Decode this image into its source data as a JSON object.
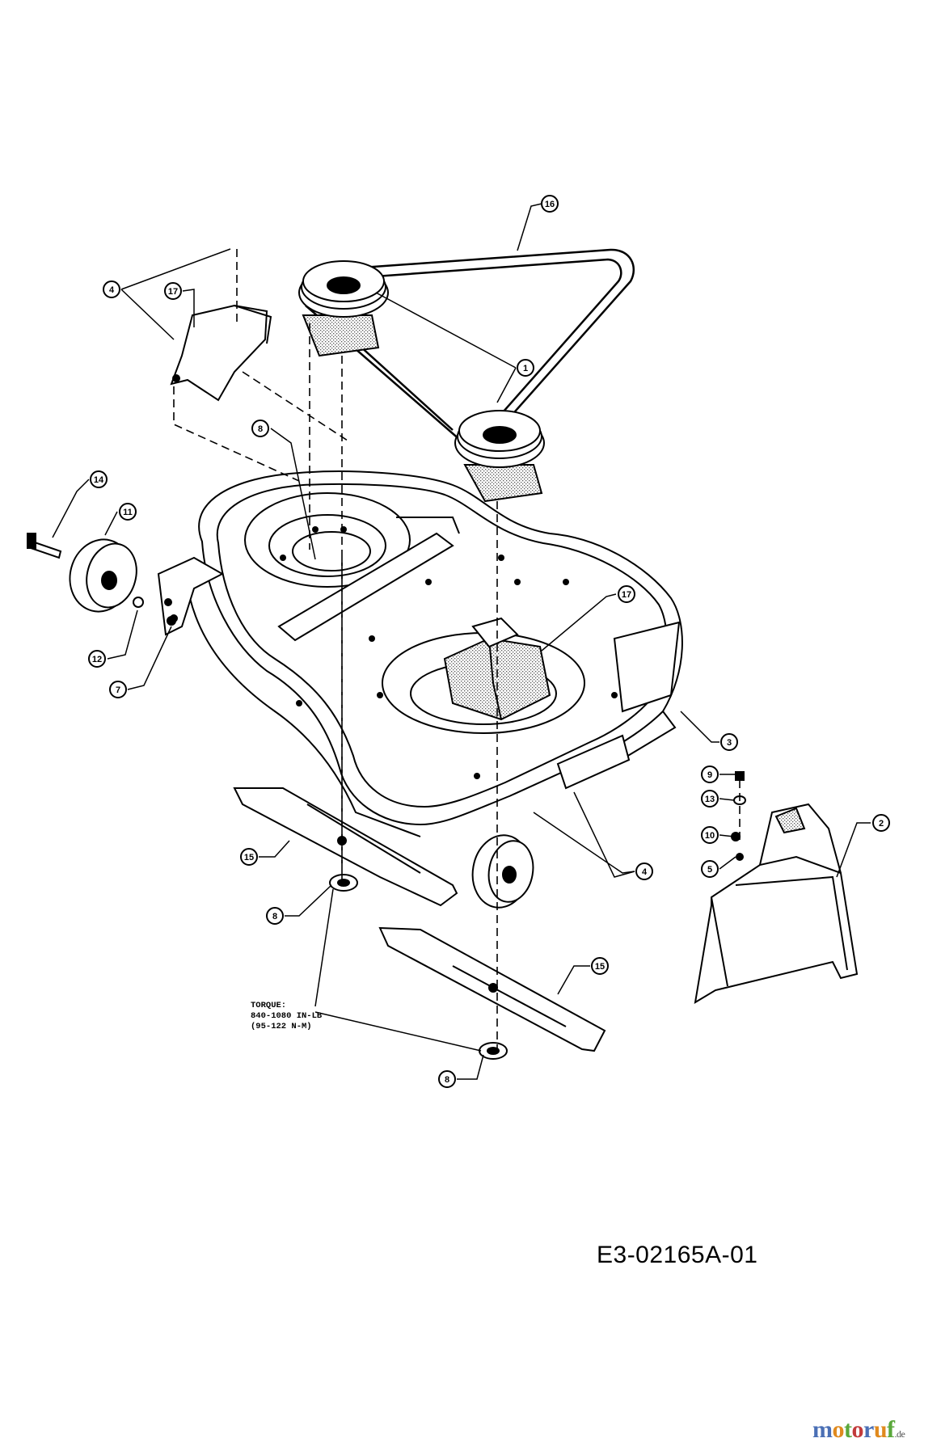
{
  "drawing_code": "E3-02165A-01",
  "torque_note": [
    "TORQUE:",
    "840-1080 IN-LB",
    "(95-122 N-M)"
  ],
  "callouts": [
    "1",
    "2",
    "3",
    "4",
    "4",
    "5",
    "7",
    "8",
    "8",
    "8",
    "9",
    "10",
    "11",
    "12",
    "13",
    "14",
    "15",
    "15",
    "16",
    "17",
    "17"
  ],
  "watermark": {
    "letters": [
      "m",
      "o",
      "t",
      "o",
      "r",
      "u",
      "f"
    ],
    "colors": [
      "#4a6fb5",
      "#e08a1e",
      "#5aa83b",
      "#c23b3b",
      "#4a6fb5",
      "#e08a1e",
      "#5aa83b"
    ],
    "suffix": ".de"
  }
}
